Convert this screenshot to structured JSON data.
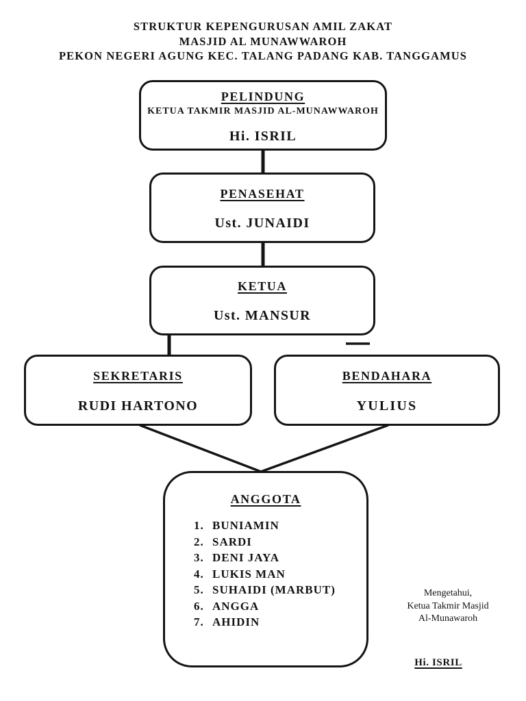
{
  "title": {
    "line1": "STRUKTUR KEPENGURUSAN AMIL ZAKAT",
    "line2": "MASJID AL MUNAWWAROH",
    "line3": "PEKON NEGERI AGUNG KEC. TALANG PADANG KAB. TANGGAMUS"
  },
  "org": {
    "pelindung": {
      "title": "PELINDUNG",
      "subtitle": "KETUA TAKMIR MASJID AL-MUNAWWAROH",
      "name": "Hi. ISRIL"
    },
    "penasehat": {
      "title": "PENASEHAT",
      "name": "Ust. JUNAIDI"
    },
    "ketua": {
      "title": "KETUA",
      "name": "Ust. MANSUR"
    },
    "sekretaris": {
      "title": "SEKRETARIS",
      "name": "RUDI HARTONO"
    },
    "bendahara": {
      "title": "BENDAHARA",
      "name": "YULIUS"
    },
    "anggota": {
      "title": "ANGGOTA",
      "members": [
        "BUNIAMIN",
        "SARDI",
        "DENI JAYA",
        "LUKIS MAN",
        "SUHAIDI (MARBUT)",
        "ANGGA",
        "AHIDIN"
      ]
    }
  },
  "signature": {
    "line1": "Mengetahui,",
    "line2": "Ketua Takmir Masjid",
    "line3": "Al-Munawaroh",
    "name": "Hi. ISRIL"
  },
  "colors": {
    "ink": "#141414",
    "background": "#ffffff"
  }
}
